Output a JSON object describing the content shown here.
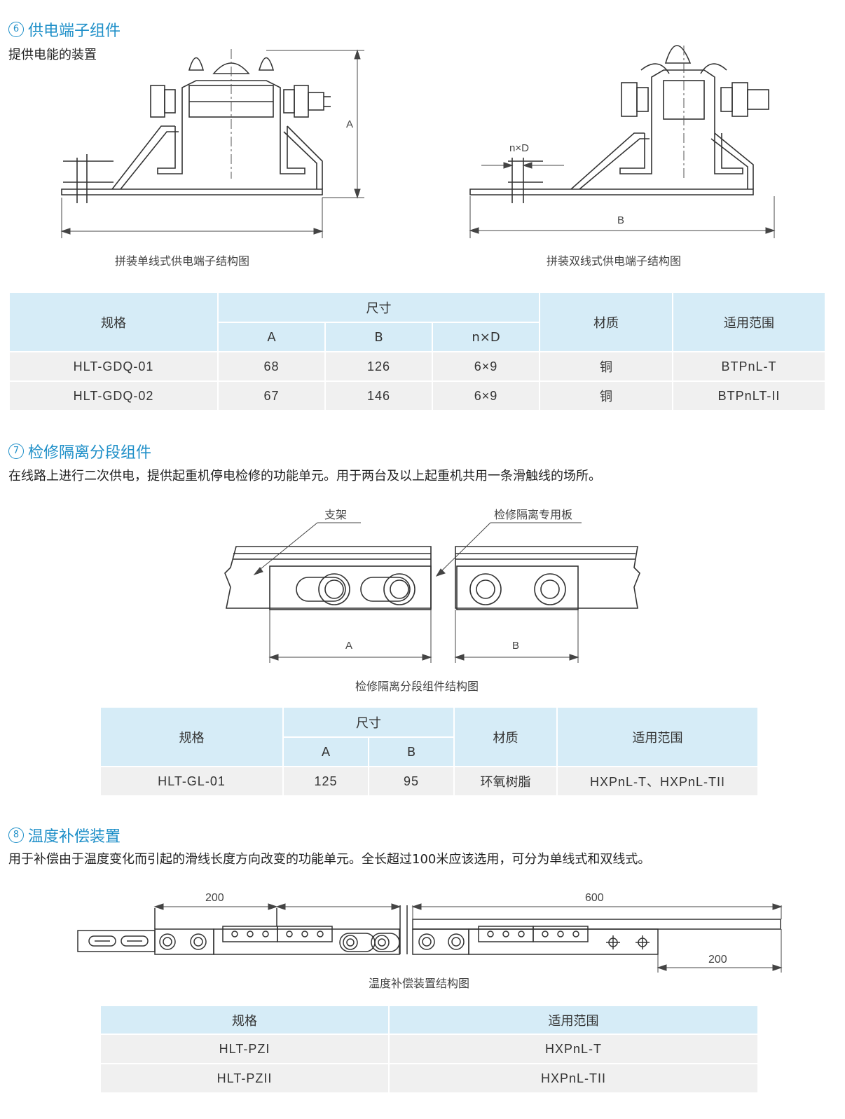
{
  "section6": {
    "num": "6",
    "title": "供电端子组件",
    "desc": "提供电能的装置",
    "fig_left": {
      "caption": "拼装单线式供电端子结构图",
      "dim_a": "A"
    },
    "fig_right": {
      "caption": "拼装双线式供电端子结构图",
      "dim_nd": "n×D",
      "dim_b": "B"
    },
    "table": {
      "h_spec": "规格",
      "h_size": "尺寸",
      "h_a": "A",
      "h_b": "B",
      "h_nd": "n×D",
      "h_material": "材质",
      "h_scope": "适用范围",
      "rows": [
        {
          "spec": "HLT-GDQ-01",
          "a": "68",
          "b": "126",
          "nd": "6×9",
          "material": "铜",
          "scope": "BTPnL-T"
        },
        {
          "spec": "HLT-GDQ-02",
          "a": "67",
          "b": "146",
          "nd": "6×9",
          "material": "铜",
          "scope": "BTPnLT-II"
        }
      ]
    }
  },
  "section7": {
    "num": "7",
    "title": "检修隔离分段组件",
    "desc": "在线路上进行二次供电，提供起重机停电检修的功能单元。用于两台及以上起重机共用一条滑触线的场所。",
    "fig": {
      "label_bracket": "支架",
      "label_plate": "检修隔离专用板",
      "dim_a": "A",
      "dim_b": "B",
      "caption": "检修隔离分段组件结构图"
    },
    "table": {
      "h_spec": "规格",
      "h_size": "尺寸",
      "h_a": "A",
      "h_b": "B",
      "h_material": "材质",
      "h_scope": "适用范围",
      "rows": [
        {
          "spec": "HLT-GL-01",
          "a": "125",
          "b": "95",
          "material": "环氧树脂",
          "scope": "HXPnL-T、HXPnL-TII"
        }
      ]
    }
  },
  "section8": {
    "num": "8",
    "title": "温度补偿装置",
    "desc": "用于补偿由于温度变化而引起的滑线长度方向改变的功能单元。全长超过100米应该选用，可分为单线式和双线式。",
    "fig": {
      "dim_200_left": "200",
      "dim_600": "600",
      "dim_200_right": "200",
      "caption": "温度补偿装置结构图"
    },
    "table": {
      "h_spec": "规格",
      "h_scope": "适用范围",
      "rows": [
        {
          "spec": "HLT-PZI",
          "scope": "HXPnL-T"
        },
        {
          "spec": "HLT-PZII",
          "scope": "HXPnL-TII"
        }
      ]
    }
  }
}
